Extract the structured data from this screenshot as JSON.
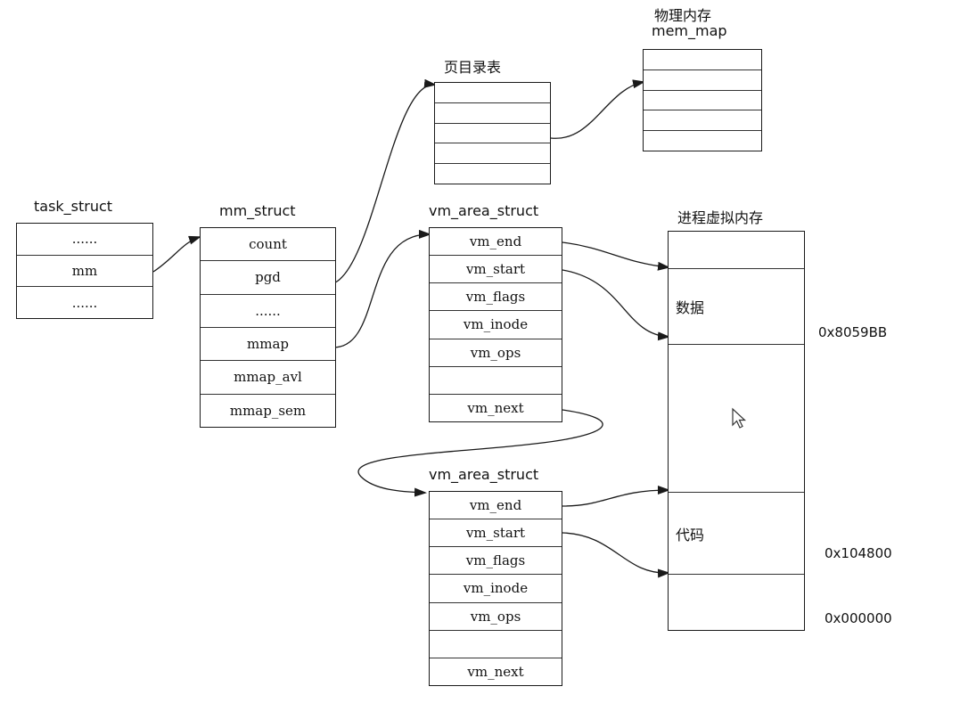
{
  "titles": {
    "task_struct": "task_struct",
    "mm_struct": "mm_struct",
    "page_dir": "页目录表",
    "phys_mem": "物理内存",
    "mem_map": "mem_map",
    "vma1": "vm_area_struct",
    "vma2": "vm_area_struct",
    "vmem": "进程虚拟内存"
  },
  "task_struct": {
    "cells": [
      "......",
      "mm",
      "......"
    ]
  },
  "mm_struct": {
    "cells": [
      "count",
      "pgd",
      "......",
      "mmap",
      "mmap_avl",
      "mmap_sem"
    ]
  },
  "page_dir": {
    "cells": [
      "",
      "",
      "",
      "",
      ""
    ]
  },
  "mem_map": {
    "cells": [
      "",
      "",
      "",
      "",
      ""
    ]
  },
  "vma1": {
    "cells": [
      "vm_end",
      "vm_start",
      "vm_flags",
      "vm_inode",
      "vm_ops",
      "",
      "vm_next"
    ]
  },
  "vma2": {
    "cells": [
      "vm_end",
      "vm_start",
      "vm_flags",
      "vm_inode",
      "vm_ops",
      "",
      "vm_next"
    ]
  },
  "vmem": {
    "segments": [
      "",
      "数据",
      "",
      "代码",
      ""
    ]
  },
  "addresses": {
    "a1": "0x8059BB",
    "a2": "0x104800",
    "a3": "0x000000"
  },
  "colors": {
    "line": "#1a1a1a",
    "background": "#ffffff"
  }
}
